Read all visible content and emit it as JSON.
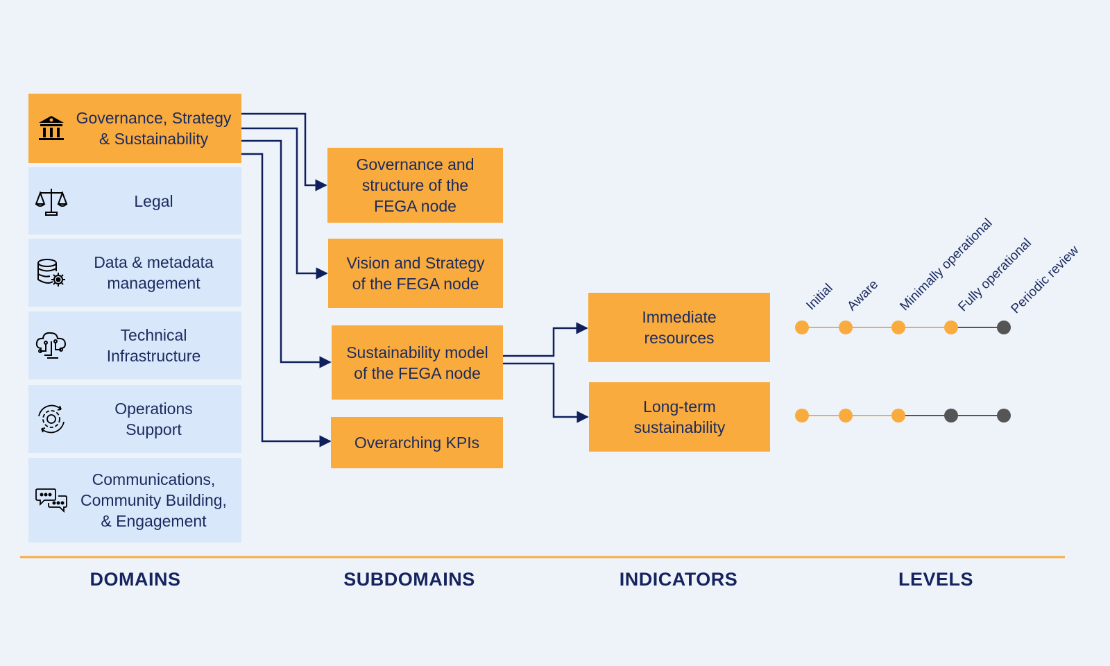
{
  "domains": [
    {
      "label": "Governance, Strategy\n& Sustainability",
      "icon": "institution-icon",
      "active": true
    },
    {
      "label": "Legal",
      "icon": "scales-icon"
    },
    {
      "label": "Data & metadata\nmanagement",
      "icon": "database-gear-icon"
    },
    {
      "label": "Technical\nInfrastructure",
      "icon": "cloud-circuit-icon"
    },
    {
      "label": "Operations\nSupport",
      "icon": "gear-cycle-icon"
    },
    {
      "label": "Communications,\nCommunity Building,\n& Engagement",
      "icon": "chat-bubbles-icon"
    }
  ],
  "subdomains": [
    {
      "label": "Governance and\nstructure of the\nFEGA node"
    },
    {
      "label": "Vision and Strategy\nof the FEGA node"
    },
    {
      "label": "Sustainability model\nof the FEGA node"
    },
    {
      "label": "Overarching KPIs"
    }
  ],
  "indicators": [
    {
      "label": "Immediate\nresources",
      "achieved_levels": 4
    },
    {
      "label": "Long-term\nsustainability",
      "achieved_levels": 3
    }
  ],
  "levels": [
    "Initial",
    "Aware",
    "Minimally operational",
    "Fully operational",
    "Periodic review"
  ],
  "headings": {
    "domains": "DOMAINS",
    "subdomains": "SUBDOMAINS",
    "indicators": "INDICATORS",
    "levels": "LEVELS"
  },
  "colors": {
    "orange": "#f9ac3d",
    "light_blue": "#d8e7fa",
    "navy": "#0f1f5c",
    "grey_dot": "#555555"
  }
}
